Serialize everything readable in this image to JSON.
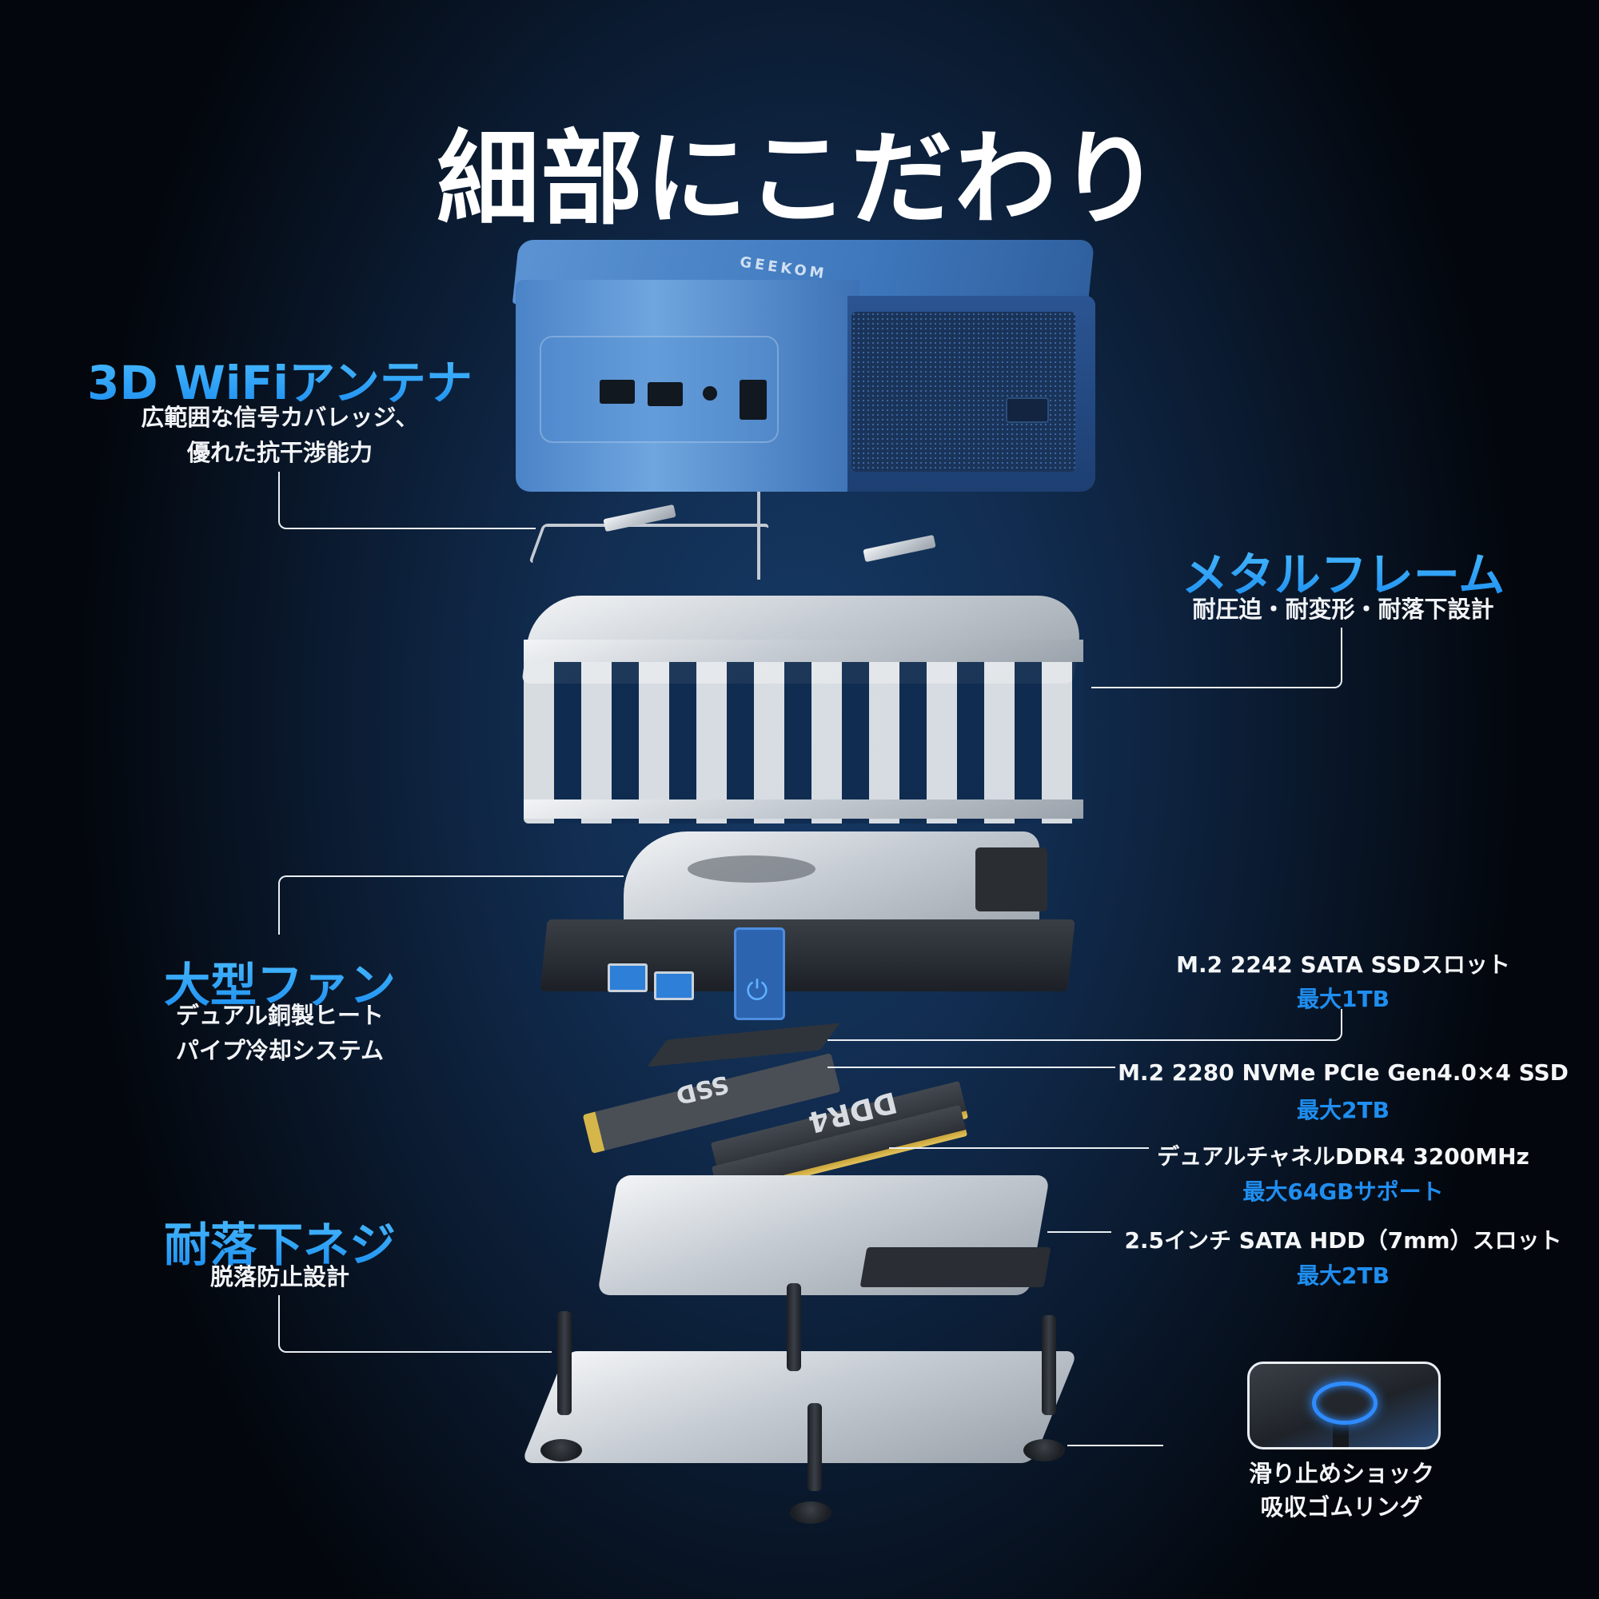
{
  "page": {
    "title": "細部にこだわり",
    "brand_logo_text": "GEEKOM",
    "accent_color": "#1f8ef0",
    "background_color": "#112c4f"
  },
  "left_features": [
    {
      "title": "3D WiFiアンテナ",
      "lines": [
        "広範囲な信号カバレッジ、",
        "優れた抗干渉能力"
      ]
    },
    {
      "title": "大型ファン",
      "lines": [
        "デュアル銅製ヒート",
        "パイプ冷却システム"
      ]
    },
    {
      "title": "耐落下ネジ",
      "lines": [
        "脱落防止設計"
      ]
    }
  ],
  "right_features": [
    {
      "title": "メタルフレーム",
      "lines": [
        "耐圧迫・耐変形・耐落下設計"
      ]
    }
  ],
  "specs": [
    {
      "main": "M.2 2242 SATA SSDスロット",
      "sub": "最大1TB"
    },
    {
      "main": "M.2 2280 NVMe PCIe Gen4.0×4 SSD",
      "sub": "最大2TB"
    },
    {
      "main": "デュアルチャネルDDR4 3200MHz",
      "sub": "最大64GBサポート"
    },
    {
      "main": "2.5インチ SATA HDD（7mm）スロット",
      "sub": "最大2TB"
    }
  ],
  "inset": {
    "lines": [
      "滑り止めショック",
      "吸収ゴムリング"
    ]
  },
  "component_labels": {
    "ssd": "SSD",
    "ram": "DDR4",
    "power_icon": "⏻"
  }
}
